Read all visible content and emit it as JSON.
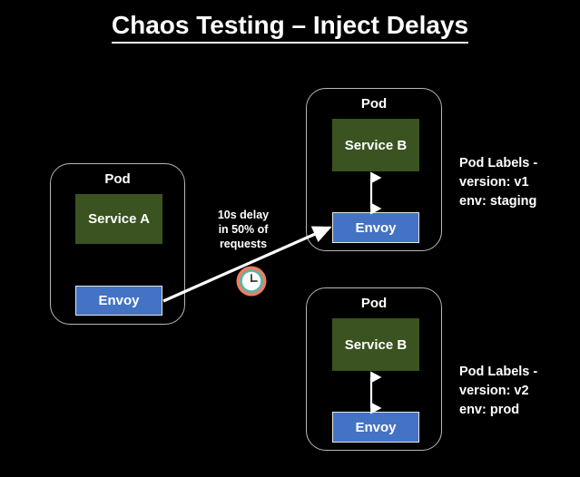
{
  "title": "Chaos Testing – Inject Delays",
  "pods": [
    {
      "id": "pod-left",
      "pod_label": "Pod",
      "service_label": "Service A",
      "envoy_label": "Envoy",
      "has_internal_arrow": false
    },
    {
      "id": "pod-top-right",
      "pod_label": "Pod",
      "service_label": "Service B",
      "envoy_label": "Envoy",
      "has_internal_arrow": true
    },
    {
      "id": "pod-bottom-right",
      "pod_label": "Pod",
      "service_label": "Service B",
      "envoy_label": "Envoy",
      "has_internal_arrow": true
    }
  ],
  "annotations": {
    "delay_note": "10s delay\nin 50% of\nrequests",
    "clock_icon": "clock-icon",
    "pod_labels_top": "Pod Labels -\nversion: v1\nenv: staging",
    "pod_labels_bottom": "Pod Labels -\nversion: v2\nenv: prod"
  },
  "colors": {
    "background": "#000000",
    "service_green": "#3a5320",
    "envoy_blue": "#4472c4",
    "pod_outline": "#b8b8b8",
    "text": "#ffffff",
    "clock_ring": "#ef7e62",
    "clock_inner": "#4fb8ac",
    "clock_face": "#ffffff",
    "arrow": "#ffffff"
  }
}
